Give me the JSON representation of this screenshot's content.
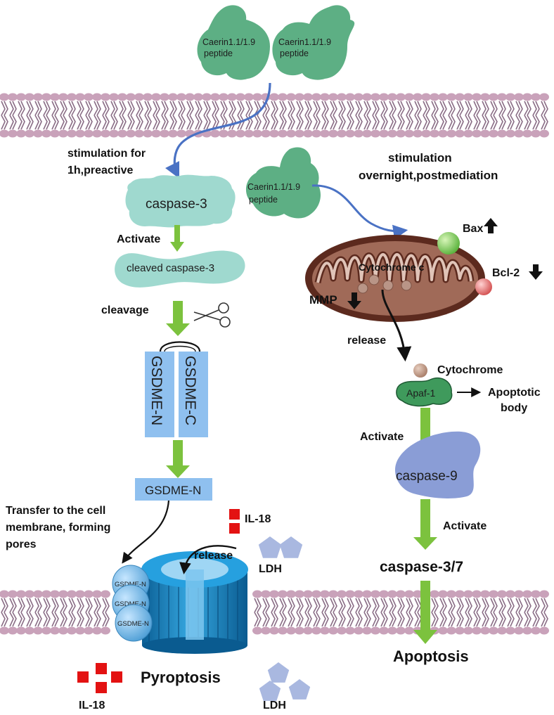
{
  "peptides": {
    "top_left": [
      "Caerin1.1/1.9",
      "peptide"
    ],
    "top_right": [
      "Caerin1.1/1.9",
      "peptide"
    ],
    "middle": [
      "Caerin1.1/1.9",
      "peptide"
    ]
  },
  "left_path": {
    "stimulation": [
      "stimulation for",
      "1h,preactive"
    ],
    "caspase3": "caspase-3",
    "activate": "Activate",
    "cleaved": "cleaved caspase-3",
    "cleavage": "cleavage",
    "gsdme_n": "GSDME-N",
    "gsdme_c": "GSDME-C",
    "gsdme_n_box": "GSDME-N",
    "transfer": [
      "Transfer to the cell",
      "membrane, forming",
      "pores"
    ],
    "pore_subunits": [
      "GSDME-N",
      "GSDME-N",
      "GSDME-N"
    ],
    "release": "release",
    "il18_top": "IL-18",
    "ldh_top": "LDH",
    "pyroptosis": "Pyroptosis",
    "il18_bottom": "IL-18",
    "ldh_bottom": "LDH"
  },
  "right_path": {
    "stimulation": [
      "stimulation",
      "overnight,postmediation"
    ],
    "bax": "Bax",
    "bcl2": "Bcl-2",
    "cytochrome_c": "Cytochrome c",
    "mmp": "MMP",
    "release": "release",
    "cytochrome": "Cytochrome",
    "apaf1": "Apaf-1",
    "apoptotic_body": [
      "Apoptotic",
      "body"
    ],
    "activate1": "Activate",
    "caspase9": "caspase-9",
    "activate2": "Activate",
    "caspase37": "caspase-3/7",
    "apoptosis": "Apoptosis"
  },
  "colors": {
    "peptide": "#4fa87a",
    "membrane": "#c9a2ba",
    "membrane_tail": "#8a6d86",
    "caspase3": "#9fd9cf",
    "green_arrow": "#7cc23e",
    "blue_arrow": "#4a72c4",
    "gsdme": "#8fc0ef",
    "pore": "#1f8fd0",
    "mito_outer": "#5c2a1e",
    "mito_inner": "#a06a58",
    "bax": "#7dcf5a",
    "bcl2": "#e07070",
    "caspase9": "#8a9dd6",
    "apaf1": "#3f9a5c",
    "il18": "#e31212",
    "ldh": "#a9b8e0"
  },
  "icons": [
    "scissors-icon",
    "up-arrow-icon",
    "down-arrow-icon"
  ]
}
